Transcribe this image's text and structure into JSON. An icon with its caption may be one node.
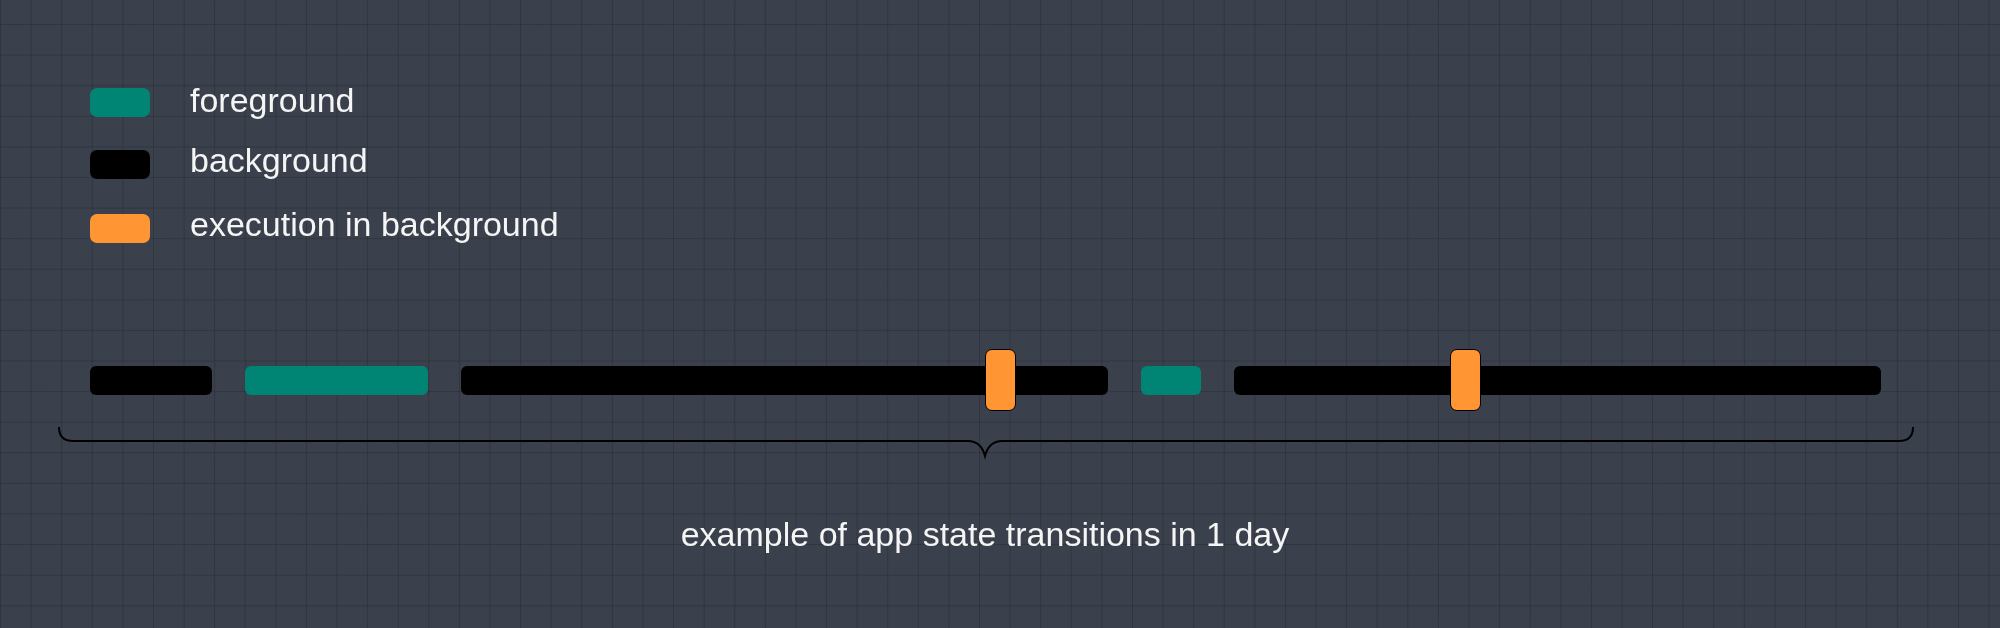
{
  "diagram": {
    "caption": "example of app state transitions in 1 day",
    "nodes": [
      {
        "text": [],
        "shape": "bar"
      },
      {
        "text": [],
        "shape": "bar"
      },
      {
        "text": [],
        "shape": "bar"
      },
      {
        "text": [],
        "shape": "box"
      },
      {
        "text": [],
        "shape": "bar"
      },
      {
        "text": [],
        "shape": "bar"
      },
      {
        "text": [],
        "shape": "box"
      }
    ],
    "legend": [
      {
        "text": "foreground",
        "color": "#008575"
      },
      {
        "text": "background",
        "color": "#000000"
      },
      {
        "text": "execution in background",
        "color": "#ff9533"
      }
    ]
  }
}
